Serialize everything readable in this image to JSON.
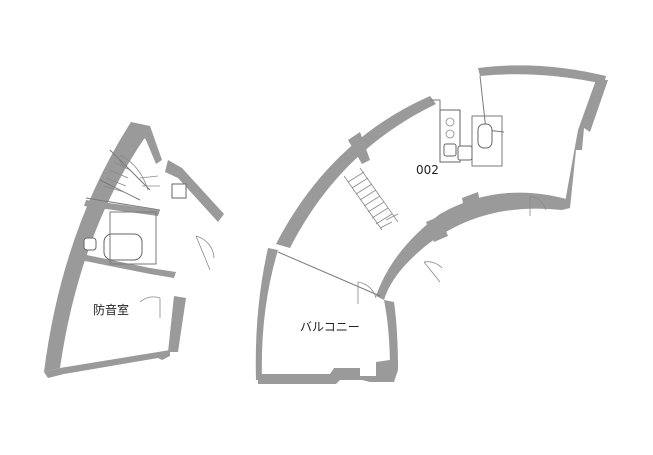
{
  "rooms": {
    "unit_label": "002",
    "soundproof_room": "防音室",
    "balcony": "バルコニー"
  },
  "colors": {
    "wall": "#9a9a9a",
    "line": "#7a7a7a",
    "background": "#ffffff"
  }
}
